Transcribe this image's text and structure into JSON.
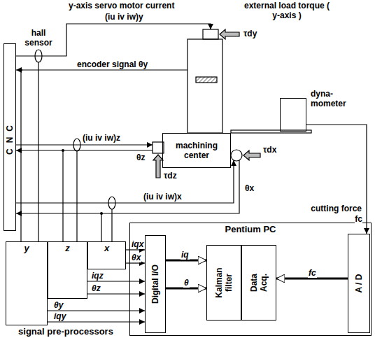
{
  "diagram": {
    "nodes": [
      {
        "text": [
          "CNC"
        ]
      },
      {
        "text": [
          "machining center"
        ]
      },
      {
        "text": [
          "dyna- mometer"
        ]
      },
      {
        "text": [
          "signal pre-processors"
        ]
      },
      {
        "text": [
          "y"
        ],
        "in": 3
      },
      {
        "text": [
          "z"
        ],
        "in": 3
      },
      {
        "text": [
          "x"
        ],
        "in": 3
      },
      {
        "text": [
          "Pentium PC"
        ]
      },
      {
        "text": [
          "Digital I/O"
        ],
        "in": 7
      },
      {
        "text": [
          "Kalman filter"
        ],
        "in": 7
      },
      {
        "text": [
          "Data Acq."
        ],
        "in": 7
      },
      {
        "text": [
          "A / D"
        ],
        "in": 7
      }
    ],
    "edges": [
      {
        "from": 6,
        "to": 8,
        "arrow": "to",
        "label": "iqx"
      },
      {
        "from": 6,
        "to": 8,
        "arrow": "to",
        "label": "θx"
      },
      {
        "from": 5,
        "to": 8,
        "arrow": "to",
        "label": "iqz"
      },
      {
        "from": 5,
        "to": 8,
        "arrow": "to",
        "label": "θz"
      },
      {
        "from": 4,
        "to": 8,
        "arrow": "to",
        "label": "θy"
      },
      {
        "from": 4,
        "to": 8,
        "arrow": "to",
        "label": "iqy"
      },
      {
        "from": 8,
        "to": 9,
        "arrow": "to",
        "label": "iq"
      },
      {
        "from": 8,
        "to": 9,
        "arrow": "to",
        "label": "θ"
      },
      {
        "from": 11,
        "to": 10,
        "arrow": "to",
        "label": "fc"
      },
      {
        "from": 2,
        "to": 11,
        "arrow": "to",
        "label": "cutting force"
      }
    ],
    "labels": [
      "y-axis servo motor current",
      "(iu iv iw)y",
      "hall sensor",
      "external load torque ( y-axis )",
      "τdy",
      "encoder signal θy",
      "(iu iv iw)z",
      "θz",
      "τdz",
      "τdx",
      "(iu iv iw)x",
      "θx",
      "fc"
    ]
  }
}
